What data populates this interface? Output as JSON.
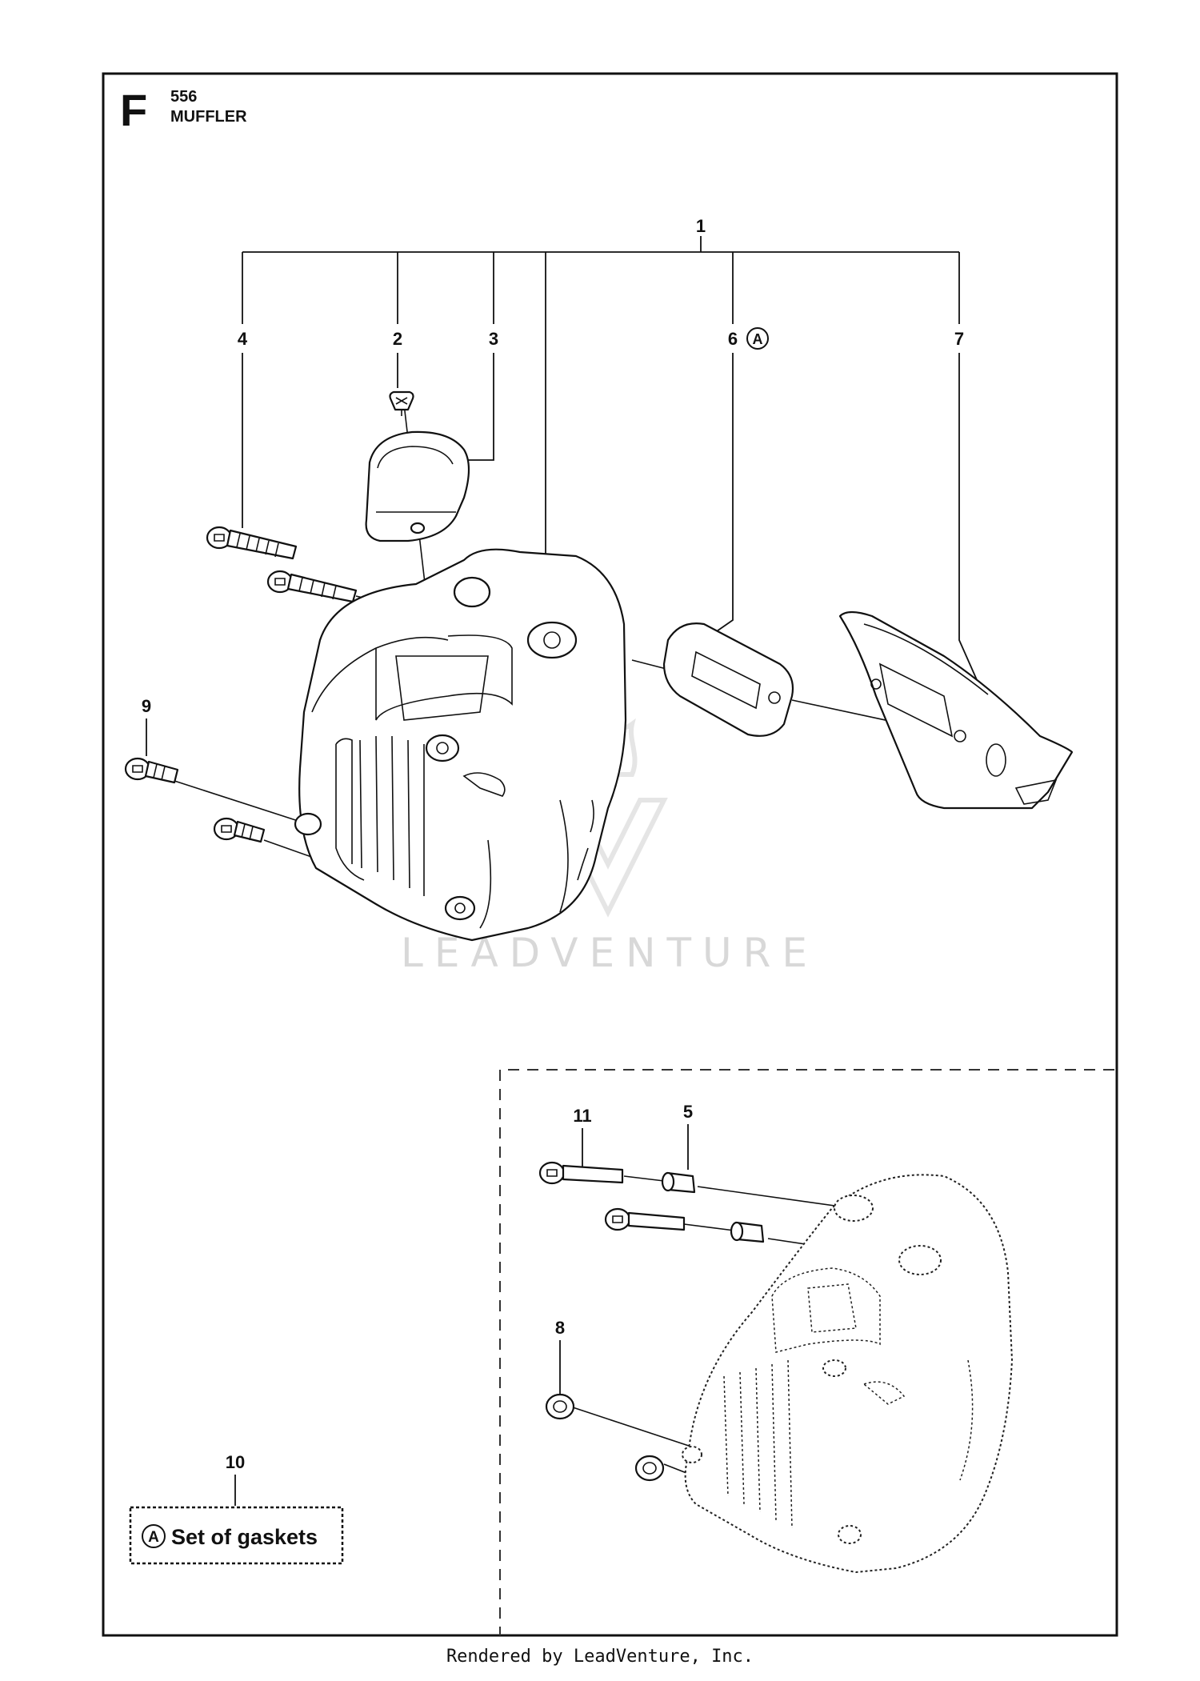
{
  "header": {
    "section_letter": "F",
    "page_number": "556",
    "page_title": "MUFFLER"
  },
  "callouts": {
    "c1": "1",
    "c2": "2",
    "c3": "3",
    "c4": "4",
    "c5": "5",
    "c6": "6",
    "c7": "7",
    "c8": "8",
    "c9": "9",
    "c10": "10",
    "c11": "11",
    "circle_a": "A"
  },
  "kit_box": {
    "marker": "A",
    "label": "Set of gaskets"
  },
  "watermark": "LEADVENTURE",
  "footer": "Rendered by LeadVenture, Inc."
}
